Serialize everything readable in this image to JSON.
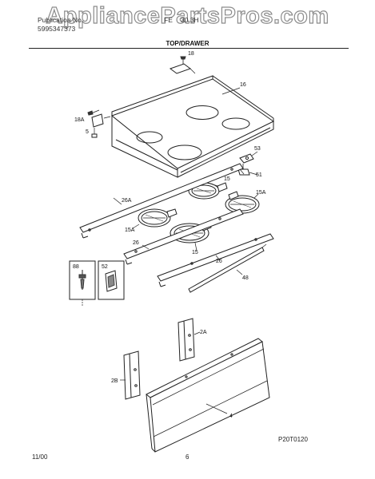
{
  "watermark": "AppliancePartsPros.com",
  "header": {
    "publication_label": "Publication No.",
    "publication_no": "5995347373",
    "model_prefix": "FE",
    "model_suffix": "30 3H"
  },
  "section_title": "TOP/DRAWER",
  "callouts": {
    "c18": "18",
    "c16": "16",
    "c18a": "18A",
    "c5": "5",
    "c53": "53",
    "c15a_top": "15",
    "c51": "51",
    "c15a": "15A",
    "c26a": "26A",
    "c15a_left": "15A",
    "c26_left": "26",
    "c15_center": "15",
    "c26_right": "26",
    "c48": "48",
    "c2a": "2A",
    "c2b": "2B",
    "c4": "4"
  },
  "inset_boxes": {
    "left_label": "88",
    "right_label": "52"
  },
  "footer": {
    "date": "11/00",
    "page": "6",
    "figure_code": "P20T0120"
  }
}
